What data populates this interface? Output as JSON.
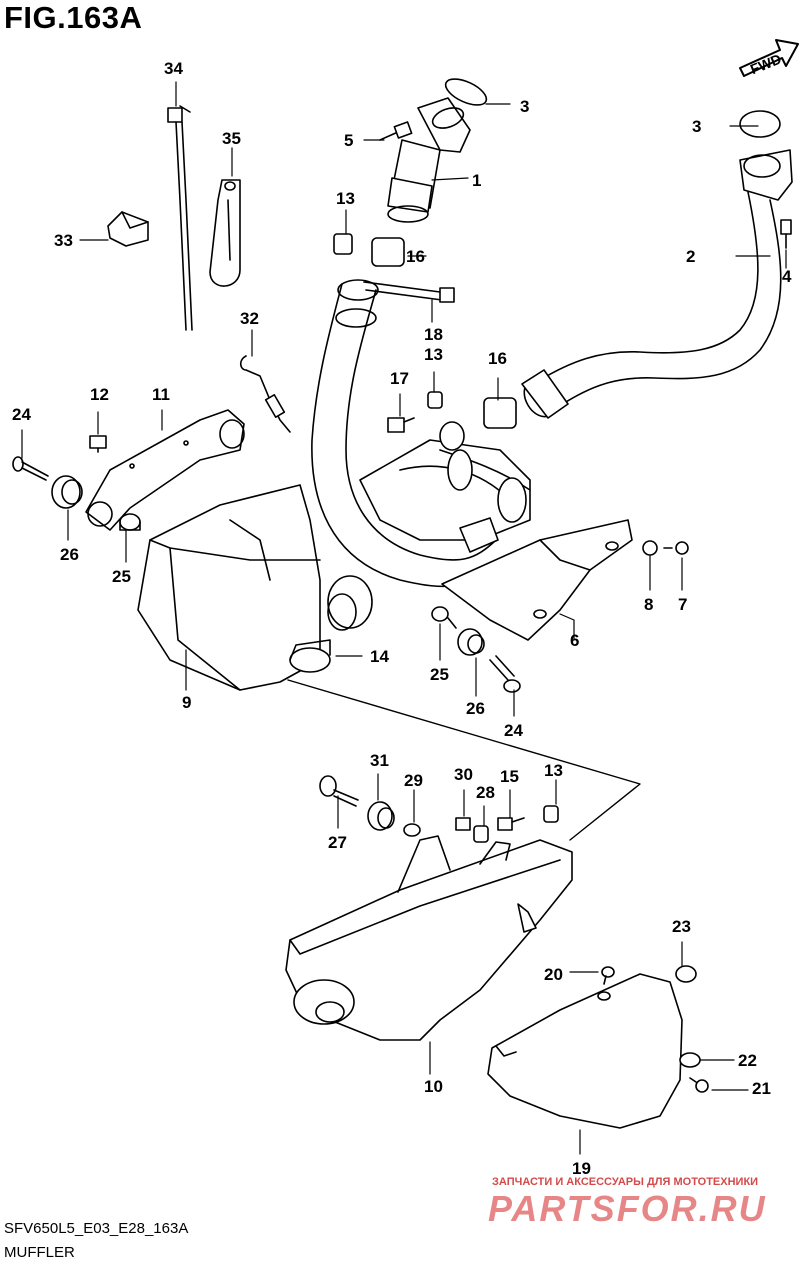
{
  "title": "FIG.163A",
  "fwd_label": "FWD",
  "part_labels": [
    "1",
    "2",
    "3",
    "3",
    "4",
    "5",
    "6",
    "7",
    "8",
    "9",
    "10",
    "11",
    "12",
    "13",
    "13",
    "13",
    "14",
    "15",
    "16",
    "16",
    "17",
    "18",
    "19",
    "20",
    "21",
    "22",
    "23",
    "24",
    "24",
    "25",
    "25",
    "26",
    "26",
    "27",
    "28",
    "29",
    "30",
    "31",
    "32",
    "33",
    "34",
    "35"
  ],
  "footer": {
    "code": "SFV650L5_E03_E28_163A",
    "name": "MUFFLER"
  },
  "watermark": {
    "line1": "ЗАПЧАСТИ И АКСЕССУАРЫ ДЛЯ МОТОТЕХНИКИ",
    "logo": "PARTSFOR.RU"
  }
}
